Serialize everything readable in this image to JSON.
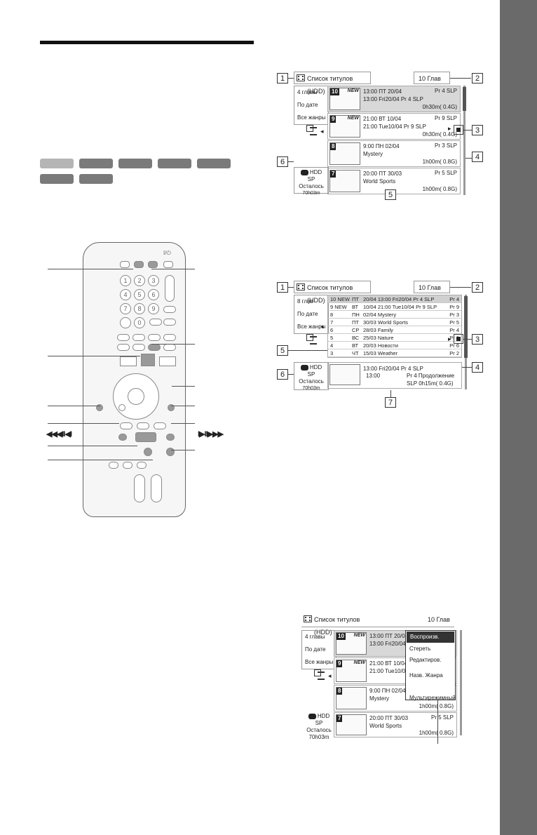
{
  "colors": {
    "side_tab": "#6a6a6a",
    "chip_light": "#b5b5b5",
    "chip_dark": "#7a7a7a"
  },
  "remote": {
    "numbers": [
      "1",
      "2",
      "3",
      "4",
      "5",
      "6",
      "7",
      "8",
      "9",
      "0"
    ],
    "left_label": "◀◀◀II◀I",
    "right_label": "I▶II▶▶▶",
    "power_label": "I/⏻"
  },
  "screen1": {
    "title": "Список титулов (HDD)",
    "count": "10 Глав",
    "menu": [
      "4 главы",
      "По дате",
      "Все жанры"
    ],
    "hdd": {
      "name": "HDD",
      "mode": "SP",
      "remain_label": "Осталось",
      "remain_time": "70h03m"
    },
    "entries": [
      {
        "num": "10",
        "new": "NEW",
        "line1": "13:00 ПТ 20/04",
        "line1r": "Pr 4  SLP",
        "line2": "13:00  Fri20/04  Pr 4 SLP",
        "dur": "0h30m( 0.4G)"
      },
      {
        "num": "9",
        "new": "NEW",
        "line1": "21:00 ВТ  10/04",
        "line1r": "Pr 9  SLP",
        "line2": "21:00  Tue10/04  Pr 9 SLP",
        "dur": "0h30m( 0.4G)"
      },
      {
        "num": "8",
        "new": "",
        "line1": "9:00 ПН   02/04",
        "line1r": "Pr 3  SLP",
        "line2": "Mystery",
        "dur": "1h00m( 0.8G)"
      },
      {
        "num": "7",
        "new": "",
        "line1": "20:00 ПТ 30/03",
        "line1r": "Pr 5  SLP",
        "line2": "World Sports",
        "dur": "1h00m( 0.8G)"
      }
    ],
    "labels": [
      "1",
      "2",
      "3",
      "4",
      "5",
      "6"
    ]
  },
  "screen2": {
    "title": "Список титулов (HDD)",
    "count": "10 Глав",
    "menu": [
      "8 глав",
      "По дате",
      "Все жанры"
    ],
    "hdd": {
      "name": "HDD",
      "mode": "SP",
      "remain_label": "Осталось",
      "remain_time": "70h03m"
    },
    "rows": [
      {
        "no": "10 NEW",
        "day": "ПТ",
        "date": "20/04 13:00  Fri20/04 Pr 4  SLP",
        "pr": "Pr 4"
      },
      {
        "no": "9 NEW",
        "day": "ВТ",
        "date": "10/04 21:00 Tue10/04 Pr 9  SLP",
        "pr": "Pr 9"
      },
      {
        "no": "8",
        "day": "ПН",
        "date": "02/04  Mystery",
        "pr": "Pr 3"
      },
      {
        "no": "7",
        "day": "ПТ",
        "date": "30/03  World Sports",
        "pr": "Pr 5"
      },
      {
        "no": "6",
        "day": "СР",
        "date": "28/03  Family",
        "pr": "Pr 4"
      },
      {
        "no": "5",
        "day": "ВС",
        "date": "25/03  Nature",
        "pr": "Pr 1"
      },
      {
        "no": "4",
        "day": "ВТ",
        "date": "20/03  Новости",
        "pr": "Pr 6"
      },
      {
        "no": "3",
        "day": "ЧТ",
        "date": "15/03  Weather",
        "pr": "Pr 2"
      }
    ],
    "detail": {
      "line1": "13:00  Fri20/04   Pr 4  SLP",
      "line2a": "13:00",
      "line2b": "Pr 4 Продолжение",
      "line3": "SLP   0h15m( 0.4G)"
    },
    "labels": [
      "1",
      "2",
      "3",
      "4",
      "5",
      "6",
      "7"
    ]
  },
  "screen3": {
    "title": "Список титулов (HDD)",
    "count": "10 Глав",
    "menu": [
      "4 главы",
      "По дате",
      "Все жанры"
    ],
    "hdd": {
      "name": "HDD",
      "mode": "SP",
      "remain_label": "Осталось",
      "remain_time": "70h03m"
    },
    "entries": [
      {
        "num": "10",
        "new": "NEW",
        "line1": "13:00 ПТ 20/04",
        "line2": "13:00   Fri20/04  F"
      },
      {
        "num": "9",
        "new": "NEW",
        "line1": "21:00 ВТ  10/04",
        "line2": "21:00  Tue10/04  F"
      },
      {
        "num": "8",
        "new": "",
        "line1": "9:00 ПН   02/04",
        "line2": "Mystery",
        "dur": "1h00m( 0.8G)"
      },
      {
        "num": "7",
        "new": "",
        "line1": "20:00 ПТ 30/03",
        "line1r": "Pr 5  SLP",
        "line2": "World Sports",
        "dur": "1h00m( 0.8G)"
      }
    ],
    "popup": [
      "Воспроизв.",
      "Стереть",
      "Редактиров.",
      "Назв. Жанра",
      "Мультирежимный"
    ]
  }
}
